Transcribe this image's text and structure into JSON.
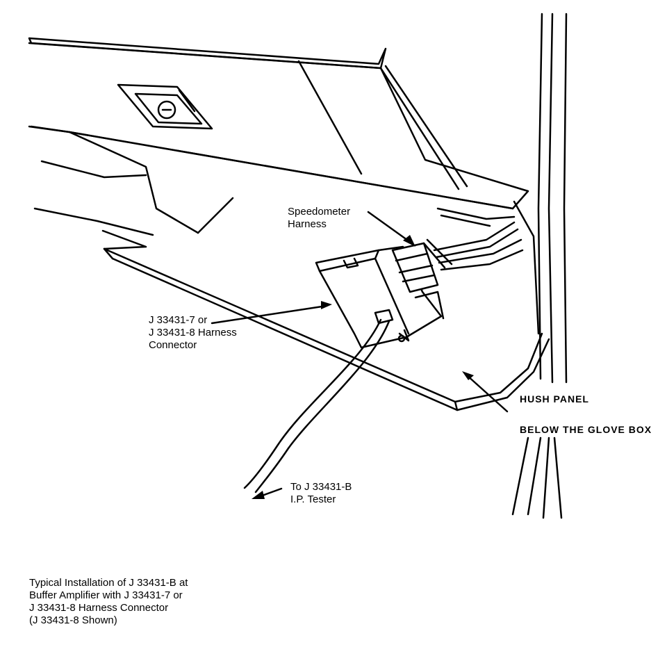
{
  "labels": {
    "speedometer_harness": [
      "Speedometer",
      "Harness"
    ],
    "harness_connector": [
      "J 33431-7 or",
      "J 33431-8 Harness",
      "Connector"
    ],
    "hush_panel": "HUSH PANEL",
    "below_glove_box": "BELOW THE GLOVE BOX",
    "tester": [
      "To J 33431-B",
      "I.P. Tester"
    ]
  },
  "caption": [
    "Typical Installation of J 33431-B at",
    "Buffer Amplifier with J 33431-7 or",
    "J 33431-8 Harness Connector",
    "(J 33431-8 Shown)"
  ]
}
